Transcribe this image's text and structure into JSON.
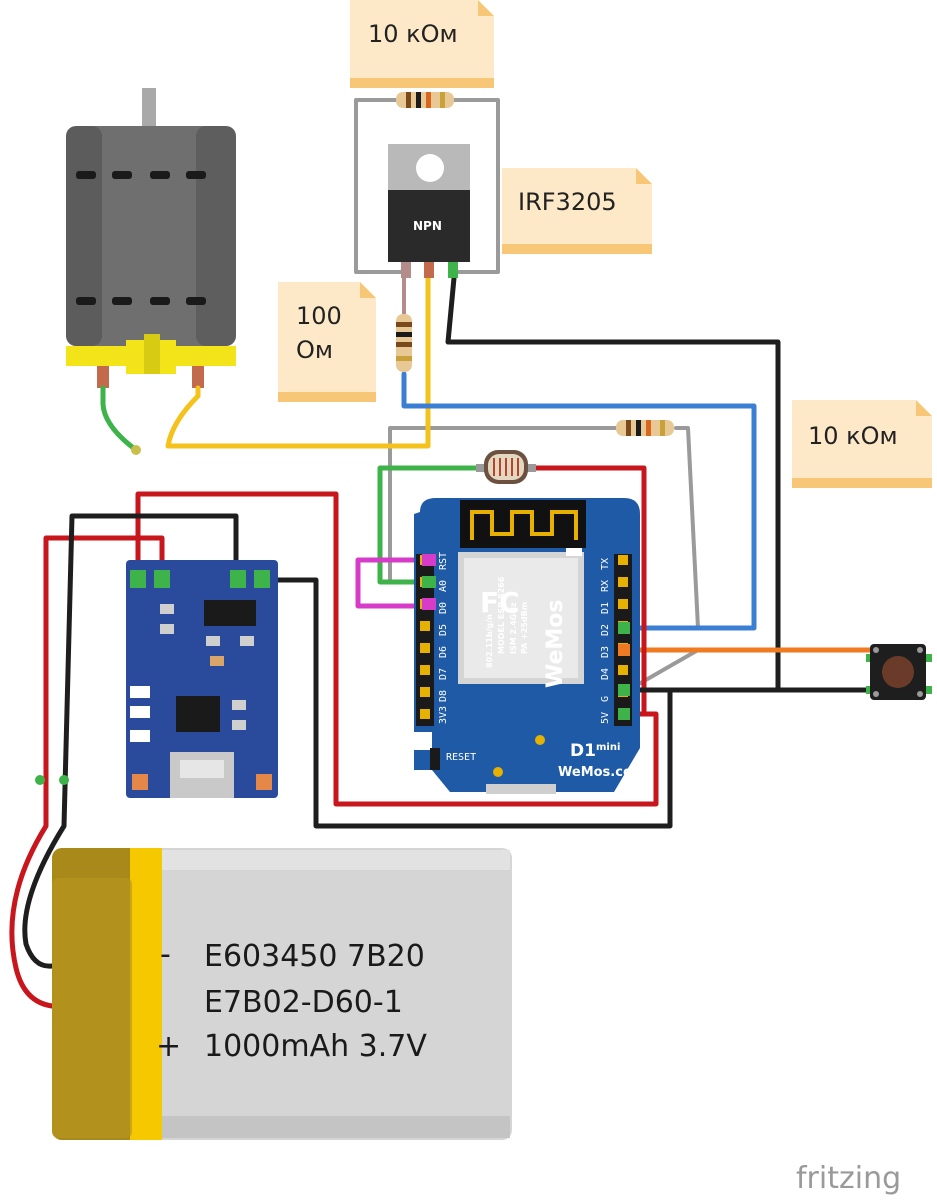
{
  "notes": {
    "r_top": "10 кОм",
    "transistor": "IRF3205",
    "r_gate_line1": "100",
    "r_gate_line2": "Ом",
    "r_right": "10 кОм"
  },
  "transistor_marking": "NPN",
  "wemos": {
    "model_line1": "MODEL  ESP-8266",
    "model_line2": "ISM 2.4GHz",
    "model_line3": "PA +25dBm",
    "model_line4": "802.11b/g/n",
    "fcc": "FC",
    "brand": "WeMos",
    "reset": "RESET",
    "name": "D1",
    "name_suffix": "mini",
    "site": "WeMos.cc",
    "left_pins": [
      "RST",
      "A0",
      "D0",
      "D5",
      "D6",
      "D7",
      "D8",
      "3V3"
    ],
    "right_pins": [
      "TX",
      "RX",
      "D1",
      "D2",
      "D3",
      "D4",
      "G",
      "5V"
    ]
  },
  "battery": {
    "minus": "-",
    "plus": "+",
    "line1": "E603450 7B20",
    "line2": "E7B02-D60-1",
    "line3": "1000mAh 3.7V"
  },
  "brand": "fritzing",
  "colors": {
    "wire_red": "#c8161d",
    "wire_black": "#1e1e1e",
    "wire_blue": "#3b7fd4",
    "wire_yellow": "#f4c21a",
    "wire_green": "#3db34a",
    "wire_grey": "#9a9a9a",
    "wire_orange": "#ef7a21",
    "wire_magenta": "#d63cc7",
    "note_bg": "#fde9c8",
    "board_blue": "#1f5aa6",
    "charger_blue": "#2a4b9b",
    "motor_grey": "#6f6f6f",
    "motor_yellow": "#f2e418"
  }
}
